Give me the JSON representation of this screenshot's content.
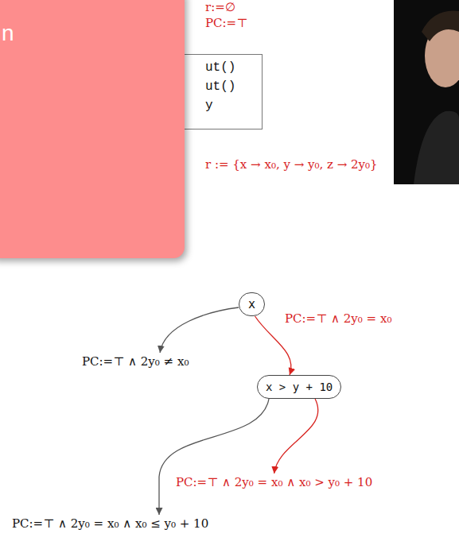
{
  "diagram": {
    "nodes": [
      {
        "text": [
          "n"
        ]
      },
      {
        "text": [
          "ut()",
          "ut()",
          "y"
        ]
      },
      {
        "text": [
          "x"
        ]
      },
      {
        "text": [
          "x > y + 10"
        ]
      },
      {
        "text": [
          "PC:=⊤ ∧ 2y₀ ≠ x₀"
        ]
      },
      {
        "text": [
          "PC:=⊤ ∧ 2y₀ = x₀ ∧ x₀ > y₀ + 10"
        ]
      },
      {
        "text": [
          "PC:=⊤ ∧ 2y₀ = x₀ ∧ x₀ ≤ y₀ + 10"
        ]
      }
    ],
    "edges": [
      {
        "from": 2,
        "to": 3,
        "label": "PC:=⊤ ∧ 2y₀ = x₀",
        "arrow": "to"
      },
      {
        "from": 2,
        "to": 4,
        "arrow": "to"
      },
      {
        "from": 3,
        "to": 5,
        "arrow": "to"
      },
      {
        "from": 3,
        "to": 6,
        "arrow": "to"
      }
    ],
    "labels": [
      "r:=∅",
      "PC:=⊤",
      "r := {x → x₀, y → y₀, z → 2y₀}"
    ]
  }
}
